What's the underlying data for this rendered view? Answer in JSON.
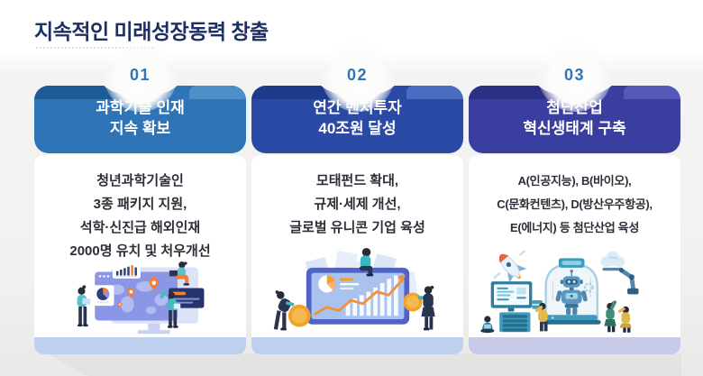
{
  "page": {
    "title": "지속적인 미래성장동력 창출",
    "title_color": "#1e2f63",
    "number_color": "#2e74b6",
    "background_color": "#f1f1ef"
  },
  "columns": [
    {
      "number": "01",
      "title_line1": "과학기술 인재",
      "title_line2": "지속 확보",
      "body_lines": [
        "청년과학기술인",
        "3종 패키지 지원,",
        "석학·신진급 해외인재",
        "2000명 유치 및 처우개선"
      ],
      "header_color": "#2e74b6",
      "footer_strip_color": "#bdd1ee",
      "illustration": "global-talent-world-map-dashboard-illustration"
    },
    {
      "number": "02",
      "title_line1": "연간 벤처투자",
      "title_line2": "40조원 달성",
      "body_lines": [
        "모태펀드 확대,",
        "규제·세제 개선,",
        "글로벌 유니콘 기업 육성"
      ],
      "header_color": "#2b4aa6",
      "footer_strip_color": "#bdd1ee",
      "illustration": "investment-growth-chart-coins-illustration"
    },
    {
      "number": "03",
      "title_line1": "첨단산업",
      "title_line2": "혁신생태계 구축",
      "body_lines": [
        "A(인공지능), B(바이오),",
        "C(문화컨텐츠), D(방산우주항공),",
        "E(에너지) 등 첨단산업 육성"
      ],
      "header_color": "#3a3f9f",
      "footer_strip_color": "#c8cae8",
      "illustration": "robot-innovation-lab-illustration"
    }
  ]
}
